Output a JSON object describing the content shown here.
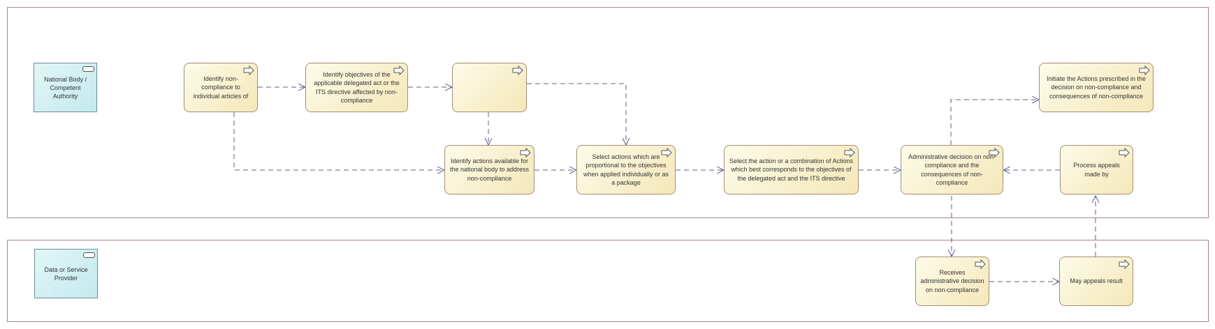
{
  "lanes": [
    {
      "id": "lane-national-body"
    },
    {
      "id": "lane-data-provider"
    }
  ],
  "actors": {
    "national_body": "National Body / Competent Authority",
    "data_provider": "Data or Service Provider"
  },
  "processes": {
    "identify_noncompliance": "Identify non-compliance to individual articles of",
    "identify_objectives": "Identify objectives of the applicable delegated act or the ITS directive affected by non-compliance",
    "blank_process": "",
    "identify_actions": "Identify actions available for the national body to address non-compliance",
    "select_proportional": "Select actions which are proportional to the objectives when applied individually or as a package",
    "select_best": "Select the action or a combination of Actions which best corresponds to the objectives of the delegated act and the ITS directive",
    "admin_decision": "Administrative decision on non-compliance and the consequences of non-compliance",
    "initiate_actions": "Initiate the Actions prescribed in the decision on non-compliance and consequences of non-compliance",
    "process_appeals": "Process appeals made by",
    "receives_decision": "Receives administrative decision on non-compliance",
    "may_appeal": "May appeals result"
  },
  "colors": {
    "lane_border": "#a9838b",
    "actor_fill": "#c4e9ee",
    "process_fill": "#f4e8b9",
    "process_border": "#a58e74",
    "edge": "#5a5f8a"
  },
  "icons": {
    "actor": "actor-role-icon",
    "process": "process-arrow-icon"
  }
}
